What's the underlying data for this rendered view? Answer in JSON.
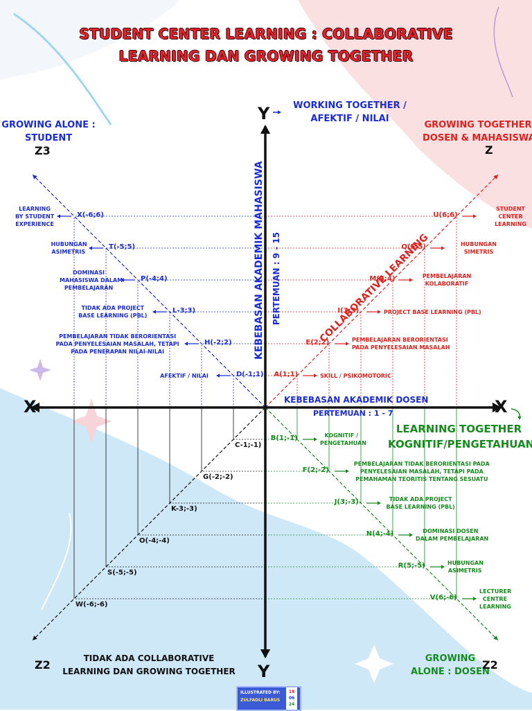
{
  "title": {
    "line1": "STUDENT CENTER LEARNING :  COLLABORATIVE",
    "line2": "LEARNING DAN GROWING TOGETHER"
  },
  "axes": {
    "y_top": "Y",
    "y_bottom": "Y",
    "x_left": "X",
    "x_right": "X",
    "y_top_label_1": "WORKING TOGETHER /",
    "y_top_label_2": "AFEKTIF / NILAI",
    "y_axis_rotated_1": "KEBEBASAN AKADEMIK MAHASISWA",
    "y_axis_rotated_2": "PERTEMUAN : 9 - 15",
    "x_axis_label_1": "KEBEBASAN AKADEMIK DOSEN",
    "x_axis_label_2": "PERTEMUAN : 1 - 7",
    "diagonal_label": "COLLABORATIVE LEARNING"
  },
  "quadrants": {
    "top_left_1": "GROWING ALONE :",
    "top_left_2": "STUDENT",
    "top_left_z": "Z3",
    "top_right_1": "GROWING TOGETHER",
    "top_right_2": "DOSEN & MAHASISWA",
    "top_right_z": "Z",
    "bottom_right_1": "LEARNING TOGETHER",
    "bottom_right_2": "KOGNITIF/PENGETAHUAN",
    "bottom_right_end_1": "GROWING",
    "bottom_right_end_2": "ALONE : DOSEN",
    "bottom_right_z": "Z2",
    "bottom_left_1": "TIDAK ADA COLLABORATIVE",
    "bottom_left_2": "LEARNING DAN GROWING TOGETHER",
    "bottom_left_z": "Z2"
  },
  "points_top_right": [
    {
      "label": "A(1;1)",
      "desc": [
        "SKILL / PSIKOMOTORIC"
      ]
    },
    {
      "label": "E(2;2)",
      "desc": [
        "PEMBELAJARAN BERORIENTASI",
        "PADA PENYELESAIAN MASALAH"
      ]
    },
    {
      "label": "I(3;3)",
      "desc": [
        "PROJECT BASE LEARNING (PBL)"
      ]
    },
    {
      "label": "M(4;4)",
      "desc": [
        "PEMBELAJARAN",
        "KOLABORATIF"
      ]
    },
    {
      "label": "Q(5;5)",
      "desc": [
        "HUBUNGAN",
        "SIMETRIS"
      ]
    },
    {
      "label": "U(6;6)",
      "desc": [
        "STUDENT",
        "CENTER",
        "LEARNING"
      ]
    }
  ],
  "points_top_left": [
    {
      "label": "D(-1;1)",
      "desc": [
        "AFEKTIF / NILAI"
      ]
    },
    {
      "label": "H(-2;2)",
      "desc": [
        "PEMBELAJARAN TIDAK BERORIENTASI",
        "PADA PENYELESAIAN MASALAH, TETAPI",
        "PADA PENERAPAN NILAI-NILAI"
      ]
    },
    {
      "label": "L-3;3)",
      "desc": [
        "TIDAK ADA PROJECT",
        "BASE LEARNING (PBL)"
      ]
    },
    {
      "label": "P(-4;4)",
      "desc": [
        "DOMINASI",
        "MAHASISWA DALAM",
        "PEMBELAJARAN"
      ]
    },
    {
      "label": "T(-5;5)",
      "desc": [
        "HUBUNGAN",
        "ASIMETRIS"
      ]
    },
    {
      "label": "X(-6;6)",
      "desc": [
        "LEARNING",
        "BY STUDENT",
        "EXPERIENCE"
      ]
    }
  ],
  "points_bottom_right": [
    {
      "label": "B(1;-1)",
      "desc": [
        "KOGNITIF /",
        "PENGETAHUAN"
      ]
    },
    {
      "label": "F(2;-2)",
      "desc": [
        "PEMBELAJARAN TIDAK BERORIENTASI PADA",
        "PENYELESAIAN MASALAH, TETAPI PADA",
        "PEMAHAMAN TEORITIS TENTANG SESUATU"
      ]
    },
    {
      "label": "J(3;-3)",
      "desc": [
        "TIDAK ADA PROJECT",
        "BASE LEARNING (PBL)"
      ]
    },
    {
      "label": "N(4;-4)",
      "desc": [
        "DOMINASI DOSEN",
        "DALAM PEMBELAJARAN"
      ]
    },
    {
      "label": "R(5;-5)",
      "desc": [
        "HUBUNGAN",
        "ASIMETRIS"
      ]
    },
    {
      "label": "V(6;-6)",
      "desc": [
        "LECTURER",
        "CENTRE",
        "LEARNING"
      ]
    }
  ],
  "points_bottom_left": [
    {
      "label": "C-1;-1)"
    },
    {
      "label": "G(-2;-2)"
    },
    {
      "label": "K-3;-3)"
    },
    {
      "label": "O(-4;-4)"
    },
    {
      "label": "S(-5;-5)"
    },
    {
      "label": "W(-6;-6)"
    }
  ],
  "credit": {
    "line1": "ILLUSTRATED BY:",
    "line2": "ZULFADLI BARUS",
    "date": [
      "18",
      "06",
      "24"
    ]
  },
  "colors": {
    "blue": "#1a2bd8",
    "red": "#e0211d",
    "green": "#168a1d",
    "black": "#111111",
    "title_red": "#e8202a"
  }
}
